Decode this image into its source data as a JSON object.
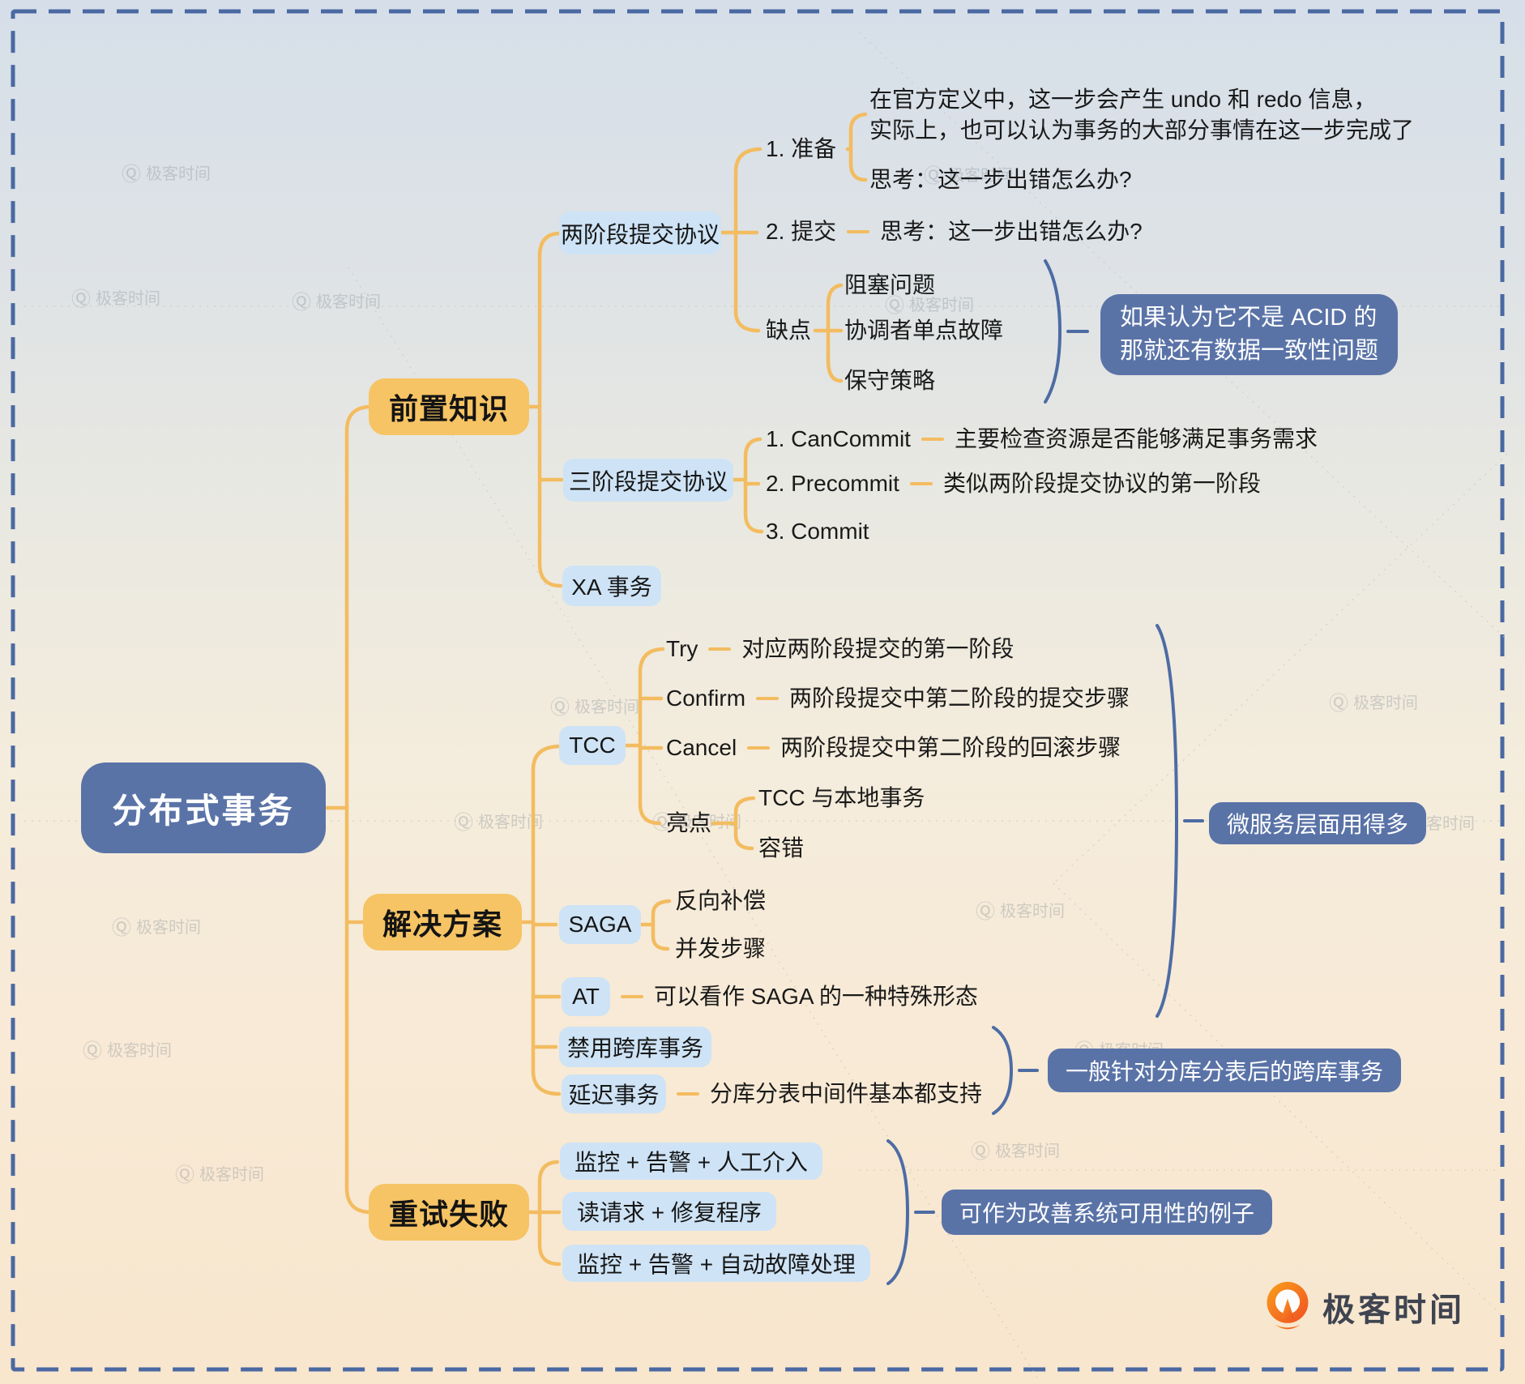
{
  "root": {
    "label": "分布式事务"
  },
  "prerequisite": {
    "label": "前置知识",
    "two_phase": {
      "label": "两阶段提交协议",
      "prepare": {
        "label": "1. 准备",
        "note_line1": "在官方定义中，这一步会产生 undo 和 redo 信息，",
        "note_line2": "实际上，也可以认为事务的大部分事情在这一步完成了",
        "question": "思考：这一步出错怎么办?"
      },
      "submit": {
        "label": "2. 提交",
        "question": "思考：这一步出错怎么办?"
      },
      "drawbacks": {
        "label": "缺点",
        "items": [
          "阻塞问题",
          "协调者单点故障",
          "保守策略"
        ],
        "note_line1": "如果认为它不是 ACID 的",
        "note_line2": "那就还有数据一致性问题"
      }
    },
    "three_phase": {
      "label": "三阶段提交协议",
      "steps": [
        {
          "label": "1. CanCommit",
          "annotation": "主要检查资源是否能够满足事务需求"
        },
        {
          "label": "2. Precommit",
          "annotation": "类似两阶段提交协议的第一阶段"
        },
        {
          "label": "3. Commit"
        }
      ]
    },
    "xa": {
      "label": "XA 事务"
    }
  },
  "solutions": {
    "label": "解决方案",
    "tcc": {
      "label": "TCC",
      "steps": [
        {
          "label": "Try",
          "annotation": "对应两阶段提交的第一阶段"
        },
        {
          "label": "Confirm",
          "annotation": "两阶段提交中第二阶段的提交步骤"
        },
        {
          "label": "Cancel",
          "annotation": "两阶段提交中第二阶段的回滚步骤"
        }
      ],
      "highlights": {
        "label": "亮点",
        "items": [
          "TCC 与本地事务",
          "容错"
        ]
      },
      "note": "微服务层面用得多"
    },
    "saga": {
      "label": "SAGA",
      "items": [
        "反向补偿",
        "并发步骤"
      ]
    },
    "at": {
      "label": "AT",
      "annotation": "可以看作 SAGA 的一种特殊形态"
    },
    "forbid_cross_db": {
      "label": "禁用跨库事务"
    },
    "delayed_tx": {
      "label": "延迟事务",
      "annotation": "分库分表中间件基本都支持"
    },
    "cross_db_note": "一般针对分库分表后的跨库事务"
  },
  "retry_failure": {
    "label": "重试失败",
    "items": [
      "监控 + 告警 + 人工介入",
      "读请求 + 修复程序",
      "监控 + 告警 + 自动故障处理"
    ],
    "note": "可作为改善系统可用性的例子"
  },
  "watermark": "极客时间",
  "icons": {
    "watermark_glyph": "Ⓠ"
  },
  "brand": {
    "logo_text": "极客时间"
  },
  "colors": {
    "branch_line": "#F3BC60",
    "node_yellow": "#F6C464",
    "node_light_blue": "#CEE3F5",
    "node_navy": "#5A73A7",
    "brace_blue": "#4D6CA4",
    "border_dash": "#4A69A2",
    "logo_orange": "#F26D21"
  }
}
